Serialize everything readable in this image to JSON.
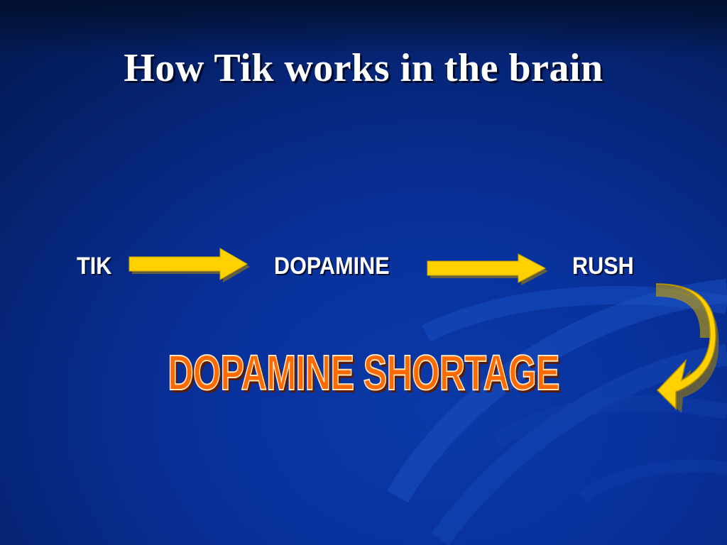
{
  "slide": {
    "title": "How Tik works in the brain",
    "flow": {
      "nodes": [
        "TIK",
        "DOPAMINE",
        "RUSH"
      ]
    },
    "result": "DOPAMINE SHORTAGE"
  },
  "colors": {
    "background": "#0a3aa8",
    "title_text": "#ffffff",
    "arrow_fill": "#ffd100",
    "result_text": "#ff6a00"
  },
  "icons": [
    "right-arrow-icon",
    "curved-down-arrow-icon"
  ]
}
